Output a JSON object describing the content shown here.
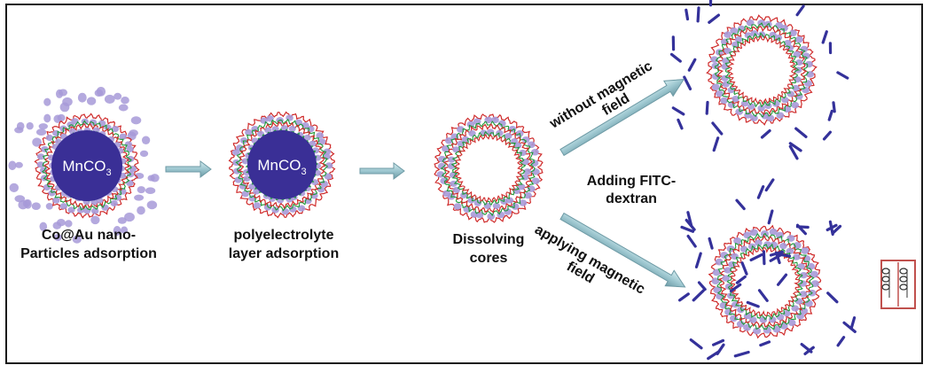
{
  "core": {
    "formula": "MnCO",
    "subscript": "3"
  },
  "steps": [
    {
      "line1": "Co@Au nano-",
      "line2": "Particles adsorption"
    },
    {
      "line1": "polyelectrolyte",
      "line2": "layer adsorption"
    },
    {
      "line1": "Dissolving",
      "line2": "cores"
    }
  ],
  "branches": {
    "upper": {
      "line1": "without  magnetic",
      "line2": "field"
    },
    "middle": {
      "line1": "Adding FITC-",
      "line2": "dextran"
    },
    "lower": {
      "line1": "applying magnetic",
      "line2": "field"
    }
  },
  "colors": {
    "frame": "#1a1a1a",
    "core": "#3a2f96",
    "particle": "#a79ad8",
    "red_layer": "#cf2b2b",
    "green_layer": "#1f9a3a",
    "dextran": "#34319a",
    "arrow": "#a9cfd6",
    "coil_box": "#c0504d"
  },
  "icons": [
    "magnet-coil-icon"
  ]
}
